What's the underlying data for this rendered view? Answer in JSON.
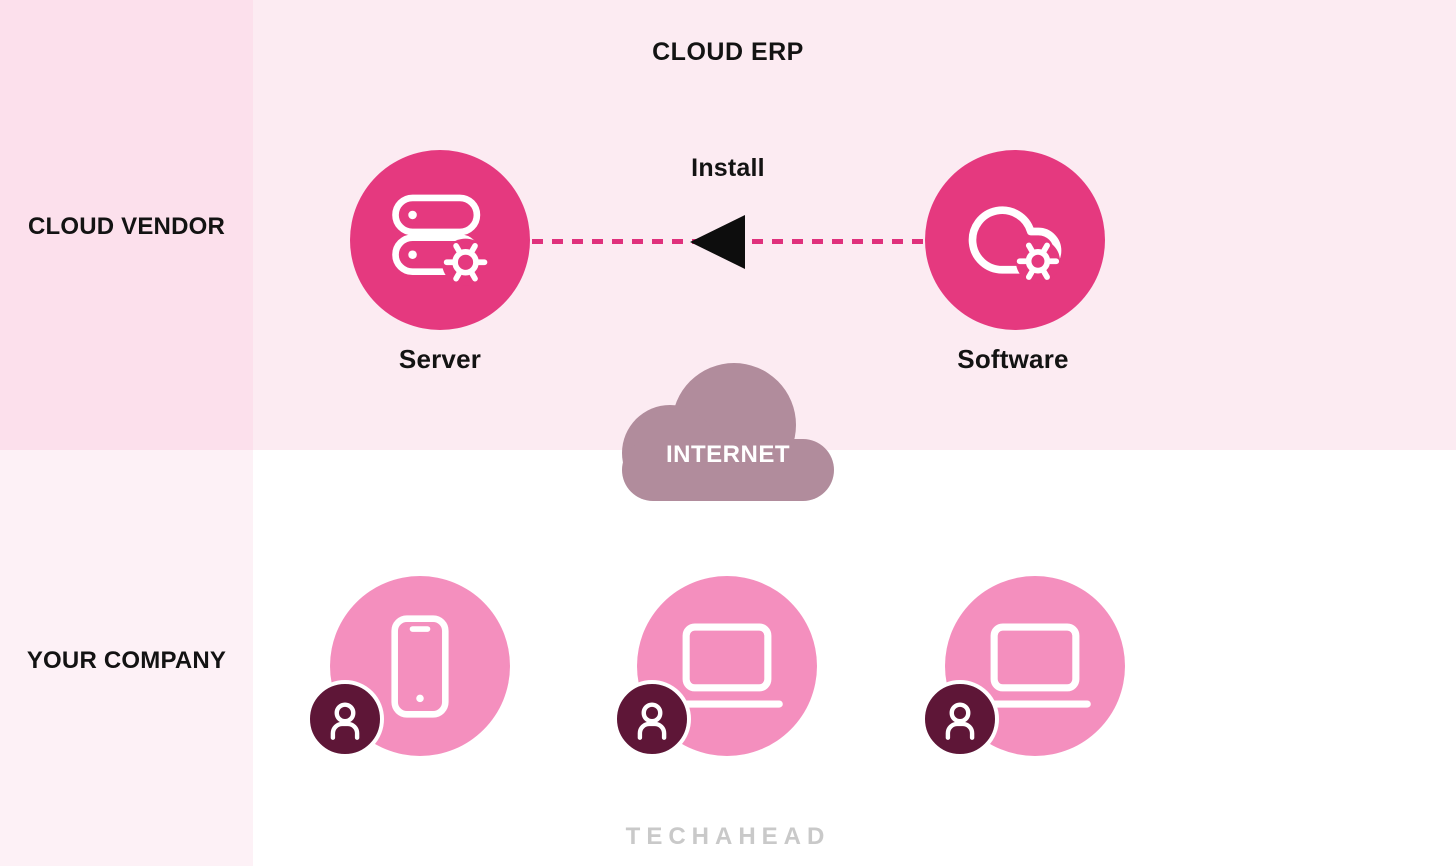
{
  "page": {
    "title": "CLOUD ERP"
  },
  "rows": {
    "cloud_vendor_label": "CLOUD VENDOR",
    "your_company_label": "YOUR COMPANY"
  },
  "vendor_section": {
    "server": {
      "label": "Server",
      "icon": "server-gear-icon"
    },
    "software": {
      "label": "Software",
      "icon": "cloud-gear-icon"
    },
    "connection": {
      "label": "Install",
      "direction": "left",
      "style": "dashed"
    }
  },
  "internet": {
    "label": "INTERNET",
    "icon": "cloud-shape-icon"
  },
  "company_section": {
    "devices": [
      {
        "device_icon": "smartphone-icon",
        "badge_icon": "user-icon"
      },
      {
        "device_icon": "laptop-icon",
        "badge_icon": "user-icon"
      },
      {
        "device_icon": "laptop-icon",
        "badge_icon": "user-icon"
      }
    ]
  },
  "watermark": "TECHAHEAD",
  "colors": {
    "accent_pink": "#e5397f",
    "dash_pink": "#e0307c",
    "light_pink_circle": "#f48fbe",
    "badge_maroon": "#5e1637",
    "internet_mauve": "#b18c9c",
    "bg_top_main": "#fcebf2",
    "bg_strip_top": "#fce0ec",
    "bg_strip_bottom": "#fdf1f6",
    "text_black": "#131313",
    "watermark_gray": "#c9c9c9"
  }
}
